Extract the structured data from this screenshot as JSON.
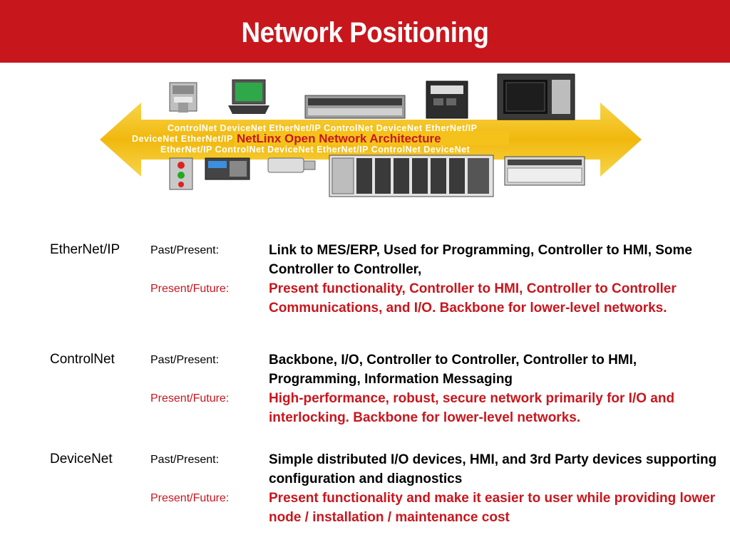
{
  "title": "Network Positioning",
  "diagram": {
    "arrow_rows": [
      "ControlNet   DeviceNet   EtherNet/IP   ControlNet   DeviceNet   EtherNet/IP",
      "DeviceNet   EtherNet/IP   ControlNet   DeviceNet   EtherNet/IP   ControlNet",
      "EtherNet/IP   ControlNet   DeviceNet   EtherNet/IP   ControlNet   DeviceNet"
    ],
    "banner": "NetLinx Open Network Architecture",
    "colors": {
      "arrow": "#f4c21a",
      "banner_text": "#c8161d"
    }
  },
  "networks": [
    {
      "name": "EtherNet/IP",
      "past_label": "Past/Present:",
      "past_text": "Link to MES/ERP, Used for Programming, Controller to HMI, Some Controller to Controller,",
      "future_label": "Present/Future:",
      "future_text": "Present functionality, Controller to HMI, Controller to Controller Communications, and I/O. Backbone for lower-level networks."
    },
    {
      "name": "ControlNet",
      "past_label": "Past/Present:",
      "past_text": "Backbone, I/O, Controller to Controller, Controller to HMI, Programming, Information Messaging",
      "future_label": "Present/Future:",
      "future_text": "High-performance, robust, secure network primarily for I/O and interlocking.  Backbone for lower-level networks."
    },
    {
      "name": "DeviceNet",
      "past_label": "Past/Present:",
      "past_text": "Simple distributed I/O devices, HMI, and 3rd Party devices supporting configuration and diagnostics",
      "future_label": "Present/Future:",
      "future_text": "Present functionality and make it easier to user while providing lower node / installation  / maintenance cost"
    }
  ],
  "colors": {
    "title_bar": "#c8161d",
    "future_text": "#c8161d"
  }
}
